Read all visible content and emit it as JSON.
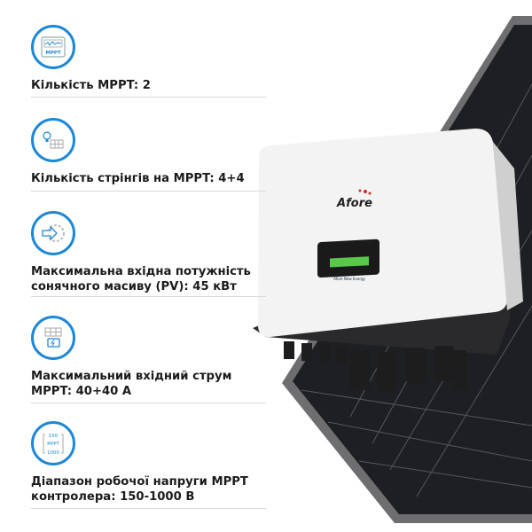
{
  "brand": "Afore",
  "display_text": "Afore New Energy",
  "specs": [
    {
      "icon": "mppt-monitor-icon",
      "icon_text": "MPPT",
      "label": "Кількість MPPT: 2"
    },
    {
      "icon": "lightbulb-solar-panel-icon",
      "label": "Кількість стрінгів на MPPT: 4+4"
    },
    {
      "icon": "arrow-gear-icon",
      "label_line1": "Максимальна вхідна потужність",
      "label_line2": "сонячного масиву (PV): 45 кВт"
    },
    {
      "icon": "solar-panel-battery-icon",
      "label_line1": "Максимальний вхідний струм",
      "label_line2": "MPPT: 40+40 A"
    },
    {
      "icon": "voltage-range-icon",
      "icon_top": "150",
      "icon_mid": "MPPT",
      "icon_bottom": "1000",
      "label_line1": "Діапазон робочої напруги MPPT",
      "label_line2": "контролера: 150-1000 В"
    }
  ],
  "colors": {
    "accent": "#1e88d6",
    "text": "#1b1b1b"
  }
}
